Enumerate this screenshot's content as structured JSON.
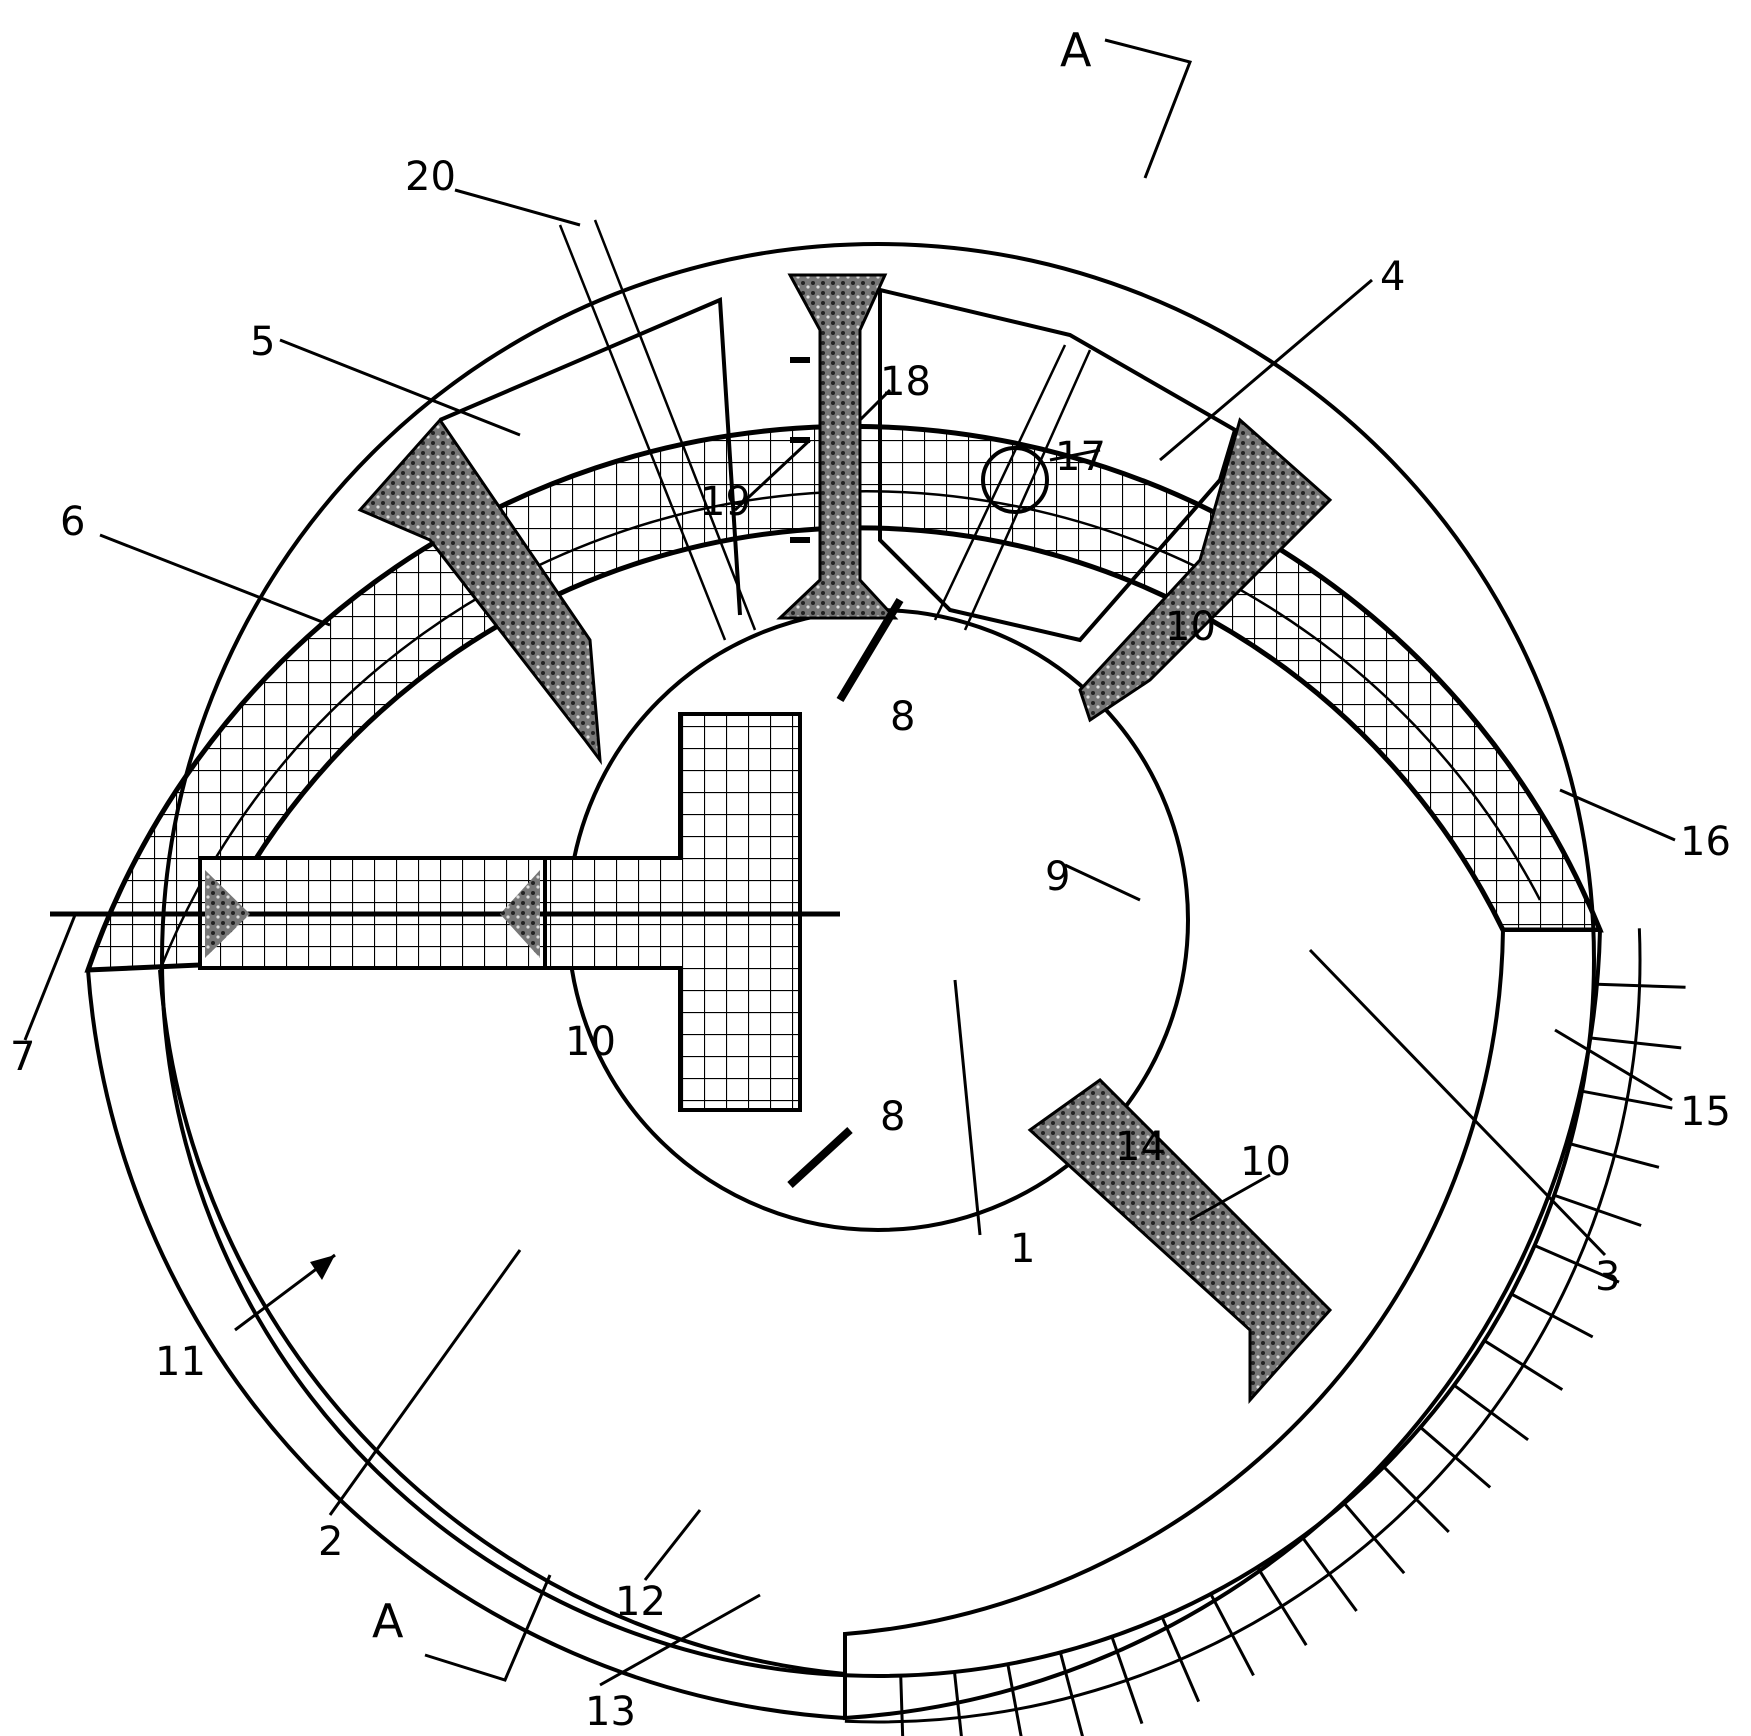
{
  "section_marks": {
    "top": "A",
    "bottom": "A"
  },
  "labels": {
    "l1": "1",
    "l2": "2",
    "l3": "3",
    "l4": "4",
    "l5": "5",
    "l6": "6",
    "l7": "7",
    "l8a": "8",
    "l8b": "8",
    "l9": "9",
    "l10a": "10",
    "l10b": "10",
    "l10c": "10",
    "l11": "11",
    "l12": "12",
    "l13": "13",
    "l14": "14",
    "l15": "15",
    "l16": "16",
    "l17": "17",
    "l18": "18",
    "l19": "19",
    "l20": "20"
  },
  "colors": {
    "line": "#000000",
    "background": "#ffffff",
    "fill_grout": "#555555"
  }
}
